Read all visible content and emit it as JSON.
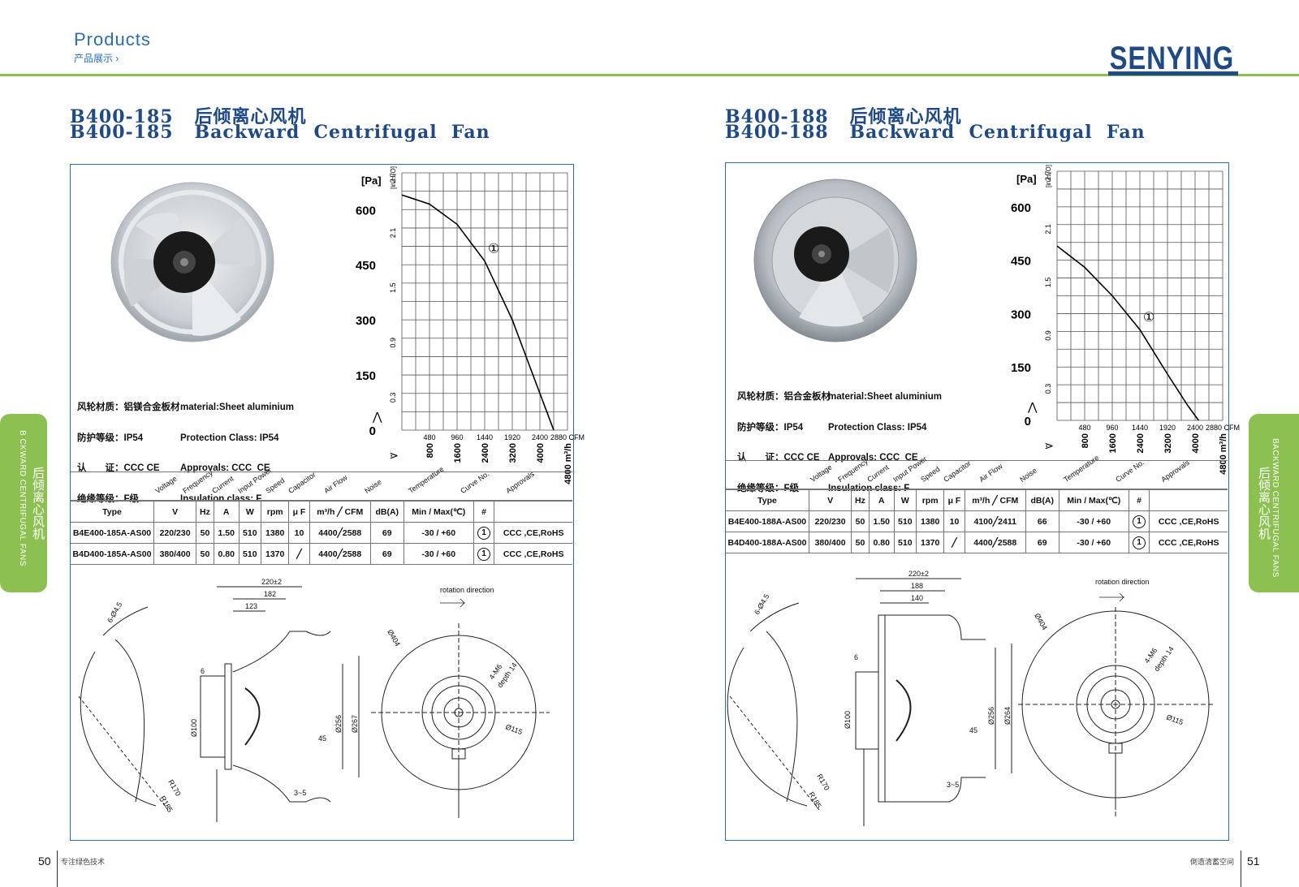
{
  "header": {
    "title": "Products",
    "subtitle": "产品展示 ›",
    "brand": "SENYING"
  },
  "side_tab": {
    "cn": "后倾离心风机",
    "en": "BACKWARD CENTRIFUGAL FANS",
    "en_left": "B CKWARD CENTRIFUGAL FANS"
  },
  "footer": {
    "left_page": "50",
    "left_text": "专注绿色技术",
    "right_page": "51",
    "right_text": "倒造清蓄空间"
  },
  "table_headers": {
    "rotated": [
      "Voltage",
      "Frequency",
      "Current",
      "Input Power",
      "Speed",
      "Capacitor",
      "Air Flow",
      "Noise",
      "Temperature",
      "Curve No.",
      "Approvals"
    ],
    "type": "Type",
    "units": [
      "V",
      "Hz",
      "A",
      "W",
      "rpm",
      "μ F",
      "m³/h ╱ CFM",
      "dB(A)",
      "Min / Max(℃)",
      "#"
    ]
  },
  "chart_common": {
    "pa_label": "[Pa]",
    "inh2o_label": "[in.H₂O]",
    "cfm_ticks": [
      "480",
      "960",
      "1440",
      "1920",
      "2400",
      "2880 CFM"
    ],
    "m3h_ticks": [
      "800",
      "1600",
      "2400",
      "3200",
      "4000",
      "4800 m³/h"
    ],
    "in_ticks": [
      "2.7",
      "2.1",
      "1.5",
      "0.9",
      "0.3"
    ],
    "curve_label": "①"
  },
  "left": {
    "title_cn": "B400-185   后倾离心风机",
    "title_en": "B400-185   Backward  Centrifugal  Fan",
    "specs": [
      {
        "cn": "风轮材质：铝镁合金板材",
        "en": "material:Sheet aluminium"
      },
      {
        "cn": "防护等级：IP54",
        "en": "Protection Class: IP54"
      },
      {
        "cn": "认　　证：CCC CE",
        "en": "Approvals: CCC  CE"
      },
      {
        "cn": "绝缘等级：F级",
        "en": "Insulation class: F"
      }
    ],
    "rows": [
      {
        "type": "B4E400-185A-AS00",
        "v": "220/230",
        "hz": "50",
        "a": "1.50",
        "w": "510",
        "rpm": "1380",
        "uf": "10",
        "flow": "4400╱2588",
        "db": "69",
        "temp": "-30 / +60",
        "curve": "1",
        "appr": "CCC ,CE,RoHS"
      },
      {
        "type": "B4D400-185A-AS00",
        "v": "380/400",
        "hz": "50",
        "a": "0.80",
        "w": "510",
        "rpm": "1370",
        "uf": "╱",
        "flow": "4400╱2588",
        "db": "69",
        "temp": "-30 / +60",
        "curve": "1",
        "appr": "CCC ,CE,RoHS"
      }
    ],
    "dims": {
      "d1": "220±2",
      "d2": "182",
      "d3": "123",
      "d4": "6",
      "d5": "Ø100",
      "d6": "Ø256",
      "d7": "Ø267",
      "d8": "45",
      "d9": "3~5",
      "d10": "6-Ø4.5",
      "d11": "R170",
      "d12": "R185",
      "d13": "Ø404",
      "d14": "4-M6",
      "d15": "depth 14",
      "d16": "Ø115",
      "rot": "rotation direction"
    }
  },
  "right": {
    "title_cn": "B400-188   后倾离心风机",
    "title_en": "B400-188   Backward  Centrifugal  Fan",
    "specs": [
      {
        "cn": "风轮材质：铝合金板材",
        "en": "material:Sheet aluminium"
      },
      {
        "cn": "防护等级：IP54",
        "en": "Protection Class: IP54"
      },
      {
        "cn": "认　　证：CCC CE",
        "en": "Approvals: CCC  CE"
      },
      {
        "cn": "绝缘等级：F级",
        "en": "Insulation class: F"
      }
    ],
    "rows": [
      {
        "type": "B4E400-188A-AS00",
        "v": "220/230",
        "hz": "50",
        "a": "1.50",
        "w": "510",
        "rpm": "1380",
        "uf": "10",
        "flow": "4100╱2411",
        "db": "66",
        "temp": "-30 / +60",
        "curve": "1",
        "appr": "CCC ,CE,RoHS"
      },
      {
        "type": "B4D400-188A-AS00",
        "v": "380/400",
        "hz": "50",
        "a": "0.80",
        "w": "510",
        "rpm": "1370",
        "uf": "╱",
        "flow": "4400╱2588",
        "db": "69",
        "temp": "-30 / +60",
        "curve": "1",
        "appr": "CCC ,CE,RoHS"
      }
    ],
    "dims": {
      "d1": "220±2",
      "d2": "188",
      "d3": "140",
      "d4": "6",
      "d5": "Ø100",
      "d6": "Ø256",
      "d7": "Ø264",
      "d8": "45",
      "d9": "3~5",
      "d10": "6-Ø4.5",
      "d11": "R170",
      "d12": "R185",
      "d13": "Ø404",
      "d14": "4-M6",
      "d15": "depth 14",
      "d16": "Ø115",
      "rot": "rotation direction"
    }
  },
  "chart_data": [
    {
      "type": "line",
      "title": "B400-185",
      "xlabel": "m³/h",
      "ylabel": "[Pa]",
      "xlim": [
        0,
        4800
      ],
      "ylim": [
        0,
        700
      ],
      "yticks": [
        0,
        150,
        300,
        450,
        600
      ],
      "series": [
        {
          "name": "①",
          "x": [
            0,
            800,
            1600,
            2400,
            3200,
            3800,
            4400
          ],
          "y": [
            640,
            615,
            560,
            460,
            300,
            150,
            0
          ]
        }
      ]
    },
    {
      "type": "line",
      "title": "B400-188",
      "xlabel": "m³/h",
      "ylabel": "[Pa]",
      "xlim": [
        0,
        4800
      ],
      "ylim": [
        0,
        700
      ],
      "yticks": [
        0,
        150,
        300,
        450,
        600
      ],
      "series": [
        {
          "name": "①",
          "x": [
            0,
            800,
            1600,
            2400,
            3200,
            3800,
            4100
          ],
          "y": [
            490,
            430,
            350,
            255,
            130,
            40,
            0
          ]
        }
      ]
    }
  ]
}
